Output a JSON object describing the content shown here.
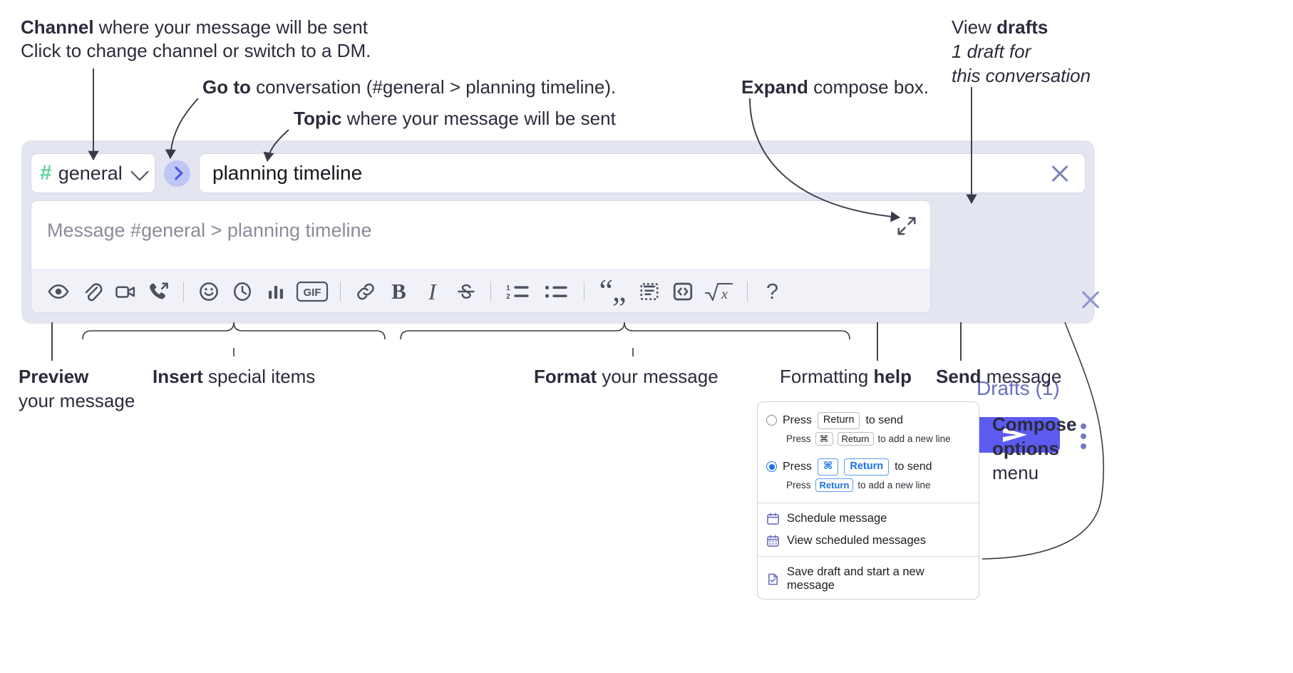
{
  "annotations": {
    "channel": {
      "title_bold": "Channel",
      "title_rest": " where your message will be sent",
      "sub": "Click to change channel or switch to a DM."
    },
    "goto": {
      "bold": "Go to",
      "rest": " conversation (#general > planning timeline)."
    },
    "topic": {
      "bold": "Topic",
      "rest": " where your message will be sent"
    },
    "expand": {
      "bold": "Expand",
      "rest": " compose box."
    },
    "drafts": {
      "line1_rest": "View ",
      "line1_bold": "drafts",
      "line2": "1 draft for",
      "line3": "this conversation"
    },
    "preview": {
      "bold": "Preview",
      "rest": "your message"
    },
    "insert": {
      "bold": "Insert",
      "rest": " special items"
    },
    "format": {
      "bold": "Format",
      "rest": " your message"
    },
    "help": {
      "rest": "Formatting ",
      "bold": "help"
    },
    "send": {
      "bold": "Send",
      "rest": " message"
    },
    "compose_options": {
      "line1": "Compose",
      "line2": "options",
      "line3": "menu"
    }
  },
  "compose": {
    "channel_name": "general",
    "channel_hash": "#",
    "topic_value": "planning timeline",
    "message_placeholder": "Message #general > planning timeline",
    "drafts_label": "Drafts (1)",
    "toolbar": [
      {
        "name": "preview-icon",
        "label": "Preview"
      },
      {
        "name": "attachment-icon",
        "label": "Attach file"
      },
      {
        "name": "video-camera-icon",
        "label": "Video clip"
      },
      {
        "name": "phone-call-icon",
        "label": "Call"
      },
      {
        "name": "divider",
        "label": ""
      },
      {
        "name": "emoji-icon",
        "label": "Emoji"
      },
      {
        "name": "clock-icon",
        "label": "Reminder"
      },
      {
        "name": "poll-bar-chart-icon",
        "label": "Poll"
      },
      {
        "name": "gif-icon",
        "label": "GIF"
      },
      {
        "name": "divider",
        "label": ""
      },
      {
        "name": "link-icon",
        "label": "Link"
      },
      {
        "name": "bold-icon",
        "label": "B"
      },
      {
        "name": "italic-icon",
        "label": "I"
      },
      {
        "name": "strikethrough-icon",
        "label": "S"
      },
      {
        "name": "divider",
        "label": ""
      },
      {
        "name": "ordered-list-icon",
        "label": "Ordered list"
      },
      {
        "name": "bulleted-list-icon",
        "label": "Bulleted list"
      },
      {
        "name": "divider",
        "label": ""
      },
      {
        "name": "blockquote-icon",
        "label": "Blockquote"
      },
      {
        "name": "code-block-icon",
        "label": "Code block"
      },
      {
        "name": "inline-code-icon",
        "label": "Code"
      },
      {
        "name": "math-latex-icon",
        "label": "Math"
      },
      {
        "name": "divider",
        "label": ""
      },
      {
        "name": "help-icon",
        "label": "?"
      }
    ]
  },
  "options_menu": {
    "option_1": {
      "selected": false,
      "main_pre": "Press",
      "main_key": "Return",
      "main_post": "to send",
      "sub_pre": "Press",
      "sub_key1": "⌘",
      "sub_key2": "Return",
      "sub_post": "to add a new line"
    },
    "option_2": {
      "selected": true,
      "main_pre": "Press",
      "main_key1": "⌘",
      "main_key2": "Return",
      "main_post": "to send",
      "sub_pre": "Press",
      "sub_key": "Return",
      "sub_post": "to add a new line"
    },
    "items": [
      {
        "icon": "calendar-schedule-icon",
        "label": "Schedule message"
      },
      {
        "icon": "calendar-grid-icon",
        "label": "View scheduled messages"
      },
      {
        "icon": "save-draft-icon",
        "label": "Save draft and start a new message"
      }
    ]
  },
  "colors": {
    "panel_bg": "#e3e5f1",
    "send_purple": "#5b5bf0",
    "hash_green": "#5fd3a0",
    "drafts_link": "#6b6fc0",
    "radio_blue": "#1b72e8",
    "icon_gray": "#4f5160",
    "text_dark": "#2b2b3d"
  }
}
